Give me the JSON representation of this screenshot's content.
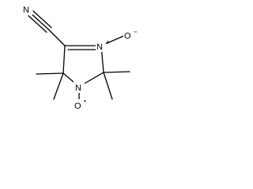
{
  "molecule": {
    "atoms": {
      "nitrile_n": "N",
      "ring_n_top": "N",
      "ring_n_top_charge": "+",
      "ring_n_top_o": "O",
      "ring_n_top_o_charge": "−",
      "ring_n_bottom": "N",
      "ring_n_bottom_o": "O",
      "ring_n_bottom_o_radical": "•"
    }
  }
}
